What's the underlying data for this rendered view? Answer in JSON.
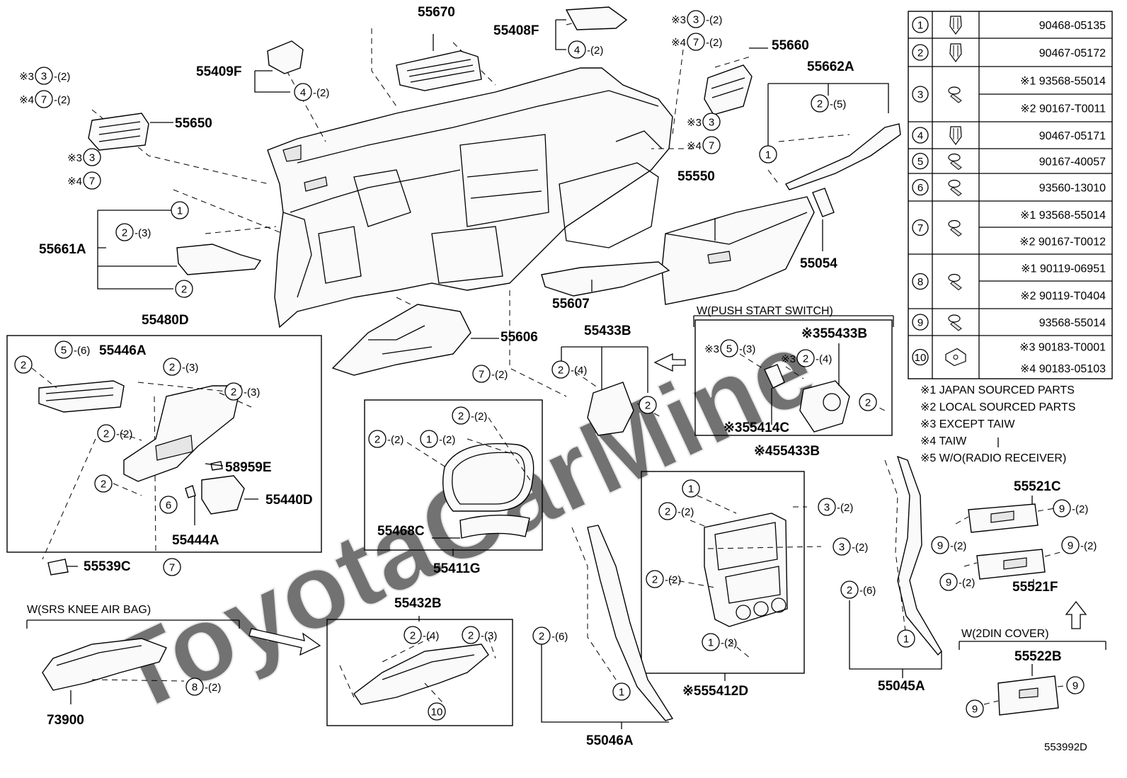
{
  "watermark": "ToyotaCarMine",
  "diagram_id": "553992D",
  "conditions": {
    "push_start": "W(PUSH START SWITCH)",
    "srs_knee": "W(SRS KNEE AIR BAG)",
    "din_cover": "W(2DIN COVER)"
  },
  "notes": [
    "※1 JAPAN SOURCED PARTS",
    "※2 LOCAL SOURCED PARTS",
    "※3 EXCEPT TAIW",
    "※4 TAIW",
    "※5 W/O(RADIO RECEIVER)"
  ],
  "fastener_table": [
    {
      "ref": "1",
      "icon": "clip-icon",
      "parts": [
        "90468-05135"
      ]
    },
    {
      "ref": "2",
      "icon": "clip-icon",
      "parts": [
        "90467-05172"
      ]
    },
    {
      "ref": "3",
      "icon": "screw-icon",
      "parts": [
        "※1 93568-55014",
        "※2 90167-T0011"
      ]
    },
    {
      "ref": "4",
      "icon": "clip-icon",
      "parts": [
        "90467-05171"
      ]
    },
    {
      "ref": "5",
      "icon": "screw-icon",
      "parts": [
        "90167-40057"
      ]
    },
    {
      "ref": "6",
      "icon": "screw-icon",
      "parts": [
        "93560-13010"
      ]
    },
    {
      "ref": "7",
      "icon": "screw-icon",
      "parts": [
        "※1 93568-55014",
        "※2 90167-T0012"
      ]
    },
    {
      "ref": "8",
      "icon": "screw-icon",
      "parts": [
        "※1 90119-06951",
        "※2 90119-T0404"
      ]
    },
    {
      "ref": "9",
      "icon": "screw-icon",
      "parts": [
        "93568-55014"
      ]
    },
    {
      "ref": "10",
      "icon": "nut-clip-icon",
      "parts": [
        "※3 90183-T0001",
        "※4 90183-05103"
      ]
    }
  ],
  "part_labels": [
    {
      "id": "p55670",
      "text": "55670"
    },
    {
      "id": "p55408F",
      "text": "55408F"
    },
    {
      "id": "p55409F",
      "text": "55409F"
    },
    {
      "id": "p55660",
      "text": "55660"
    },
    {
      "id": "p55662A",
      "text": "55662A"
    },
    {
      "id": "p55650",
      "text": "55650"
    },
    {
      "id": "p55550",
      "text": "55550"
    },
    {
      "id": "p55054",
      "text": "55054"
    },
    {
      "id": "p55661A",
      "text": "55661A"
    },
    {
      "id": "p55607",
      "text": "55607"
    },
    {
      "id": "p55480D",
      "text": "55480D"
    },
    {
      "id": "p55446A",
      "text": "55446A"
    },
    {
      "id": "p55606",
      "text": "55606"
    },
    {
      "id": "p55433B_a",
      "text": "55433B"
    },
    {
      "id": "p55433B_b",
      "text": "※355433B"
    },
    {
      "id": "p55414C",
      "text": "※355414C"
    },
    {
      "id": "p55433B_c",
      "text": "※455433B"
    },
    {
      "id": "p58959E",
      "text": "58959E"
    },
    {
      "id": "p55440D",
      "text": "55440D"
    },
    {
      "id": "p55444A",
      "text": "55444A"
    },
    {
      "id": "p55539C",
      "text": "55539C"
    },
    {
      "id": "p55468C",
      "text": "55468C"
    },
    {
      "id": "p55411G",
      "text": "55411G"
    },
    {
      "id": "p55521C",
      "text": "55521C"
    },
    {
      "id": "p55521F",
      "text": "55521F"
    },
    {
      "id": "p55432B",
      "text": "55432B"
    },
    {
      "id": "p73900",
      "text": "73900"
    },
    {
      "id": "p55046A",
      "text": "55046A"
    },
    {
      "id": "p55412D",
      "text": "※555412D"
    },
    {
      "id": "p55045A",
      "text": "55045A"
    },
    {
      "id": "p55522B",
      "text": "55522B"
    }
  ],
  "callouts": [
    {
      "id": "c1",
      "pre": "",
      "num": "4",
      "qty": "-(2)"
    },
    {
      "id": "c2",
      "pre": "",
      "num": "4",
      "qty": "-(2)"
    },
    {
      "id": "c3",
      "pre": "※3",
      "num": "3",
      "qty": "-(2)"
    },
    {
      "id": "c4",
      "pre": "※4",
      "num": "7",
      "qty": "-(2)"
    },
    {
      "id": "c5",
      "pre": "※3",
      "num": "3",
      "qty": "-(2)"
    },
    {
      "id": "c6",
      "pre": "※4",
      "num": "7",
      "qty": "-(2)"
    },
    {
      "id": "c7",
      "pre": "※3",
      "num": "3",
      "qty": ""
    },
    {
      "id": "c8",
      "pre": "※4",
      "num": "7",
      "qty": ""
    },
    {
      "id": "c9",
      "pre": "※3",
      "num": "3",
      "qty": ""
    },
    {
      "id": "c10",
      "pre": "※4",
      "num": "7",
      "qty": ""
    },
    {
      "id": "c11",
      "pre": "",
      "num": "2",
      "qty": "-(5)"
    },
    {
      "id": "c12",
      "pre": "",
      "num": "1",
      "qty": ""
    },
    {
      "id": "c13",
      "pre": "",
      "num": "1",
      "qty": ""
    },
    {
      "id": "c14",
      "pre": "",
      "num": "2",
      "qty": "-(3)"
    },
    {
      "id": "c15",
      "pre": "",
      "num": "2",
      "qty": ""
    },
    {
      "id": "c16",
      "pre": "",
      "num": "5",
      "qty": "-(6)"
    },
    {
      "id": "c17",
      "pre": "",
      "num": "2",
      "qty": ""
    },
    {
      "id": "c18",
      "pre": "",
      "num": "2",
      "qty": "-(3)"
    },
    {
      "id": "c19",
      "pre": "",
      "num": "2",
      "qty": "-(3)"
    },
    {
      "id": "c20",
      "pre": "",
      "num": "2",
      "qty": "-(2)"
    },
    {
      "id": "c21",
      "pre": "",
      "num": "2",
      "qty": ""
    },
    {
      "id": "c22",
      "pre": "",
      "num": "6",
      "qty": ""
    },
    {
      "id": "c23",
      "pre": "",
      "num": "7",
      "qty": ""
    },
    {
      "id": "c24",
      "pre": "",
      "num": "7",
      "qty": "-(2)"
    },
    {
      "id": "c25",
      "pre": "",
      "num": "2",
      "qty": "-(4)"
    },
    {
      "id": "c26",
      "pre": "",
      "num": "2",
      "qty": ""
    },
    {
      "id": "c27",
      "pre": "※3",
      "num": "5",
      "qty": "-(3)"
    },
    {
      "id": "c28",
      "pre": "※3",
      "num": "2",
      "qty": "-(4)"
    },
    {
      "id": "c29",
      "pre": "",
      "num": "2",
      "qty": ""
    },
    {
      "id": "c30",
      "pre": "",
      "num": "2",
      "qty": "-(2)"
    },
    {
      "id": "c31",
      "pre": "",
      "num": "2",
      "qty": "-(2)"
    },
    {
      "id": "c32",
      "pre": "",
      "num": "1",
      "qty": "-(2)"
    },
    {
      "id": "c33",
      "pre": "",
      "num": "1",
      "qty": ""
    },
    {
      "id": "c34",
      "pre": "",
      "num": "2",
      "qty": "-(2)"
    },
    {
      "id": "c35",
      "pre": "",
      "num": "3",
      "qty": "-(2)"
    },
    {
      "id": "c36",
      "pre": "",
      "num": "3",
      "qty": "-(2)"
    },
    {
      "id": "c37",
      "pre": "",
      "num": "2",
      "qty": "-(2)"
    },
    {
      "id": "c38",
      "pre": "",
      "num": "1",
      "qty": "-(2)"
    },
    {
      "id": "c39",
      "pre": "",
      "num": "9",
      "qty": "-(2)"
    },
    {
      "id": "c40",
      "pre": "",
      "num": "9",
      "qty": "-(2)"
    },
    {
      "id": "c41",
      "pre": "",
      "num": "9",
      "qty": "-(2)"
    },
    {
      "id": "c42",
      "pre": "",
      "num": "9",
      "qty": "-(2)"
    },
    {
      "id": "c43",
      "pre": "",
      "num": "2",
      "qty": "-(6)"
    },
    {
      "id": "c44",
      "pre": "",
      "num": "1",
      "qty": ""
    },
    {
      "id": "c45",
      "pre": "",
      "num": "8",
      "qty": "-(2)"
    },
    {
      "id": "c46",
      "pre": "",
      "num": "2",
      "qty": "-(4)"
    },
    {
      "id": "c47",
      "pre": "",
      "num": "2",
      "qty": "-(3)"
    },
    {
      "id": "c48",
      "pre": "",
      "num": "10",
      "qty": ""
    },
    {
      "id": "c49",
      "pre": "",
      "num": "2",
      "qty": "-(6)"
    },
    {
      "id": "c50",
      "pre": "",
      "num": "1",
      "qty": ""
    },
    {
      "id": "c51",
      "pre": "",
      "num": "9",
      "qty": ""
    },
    {
      "id": "c52",
      "pre": "",
      "num": "9",
      "qty": ""
    }
  ]
}
